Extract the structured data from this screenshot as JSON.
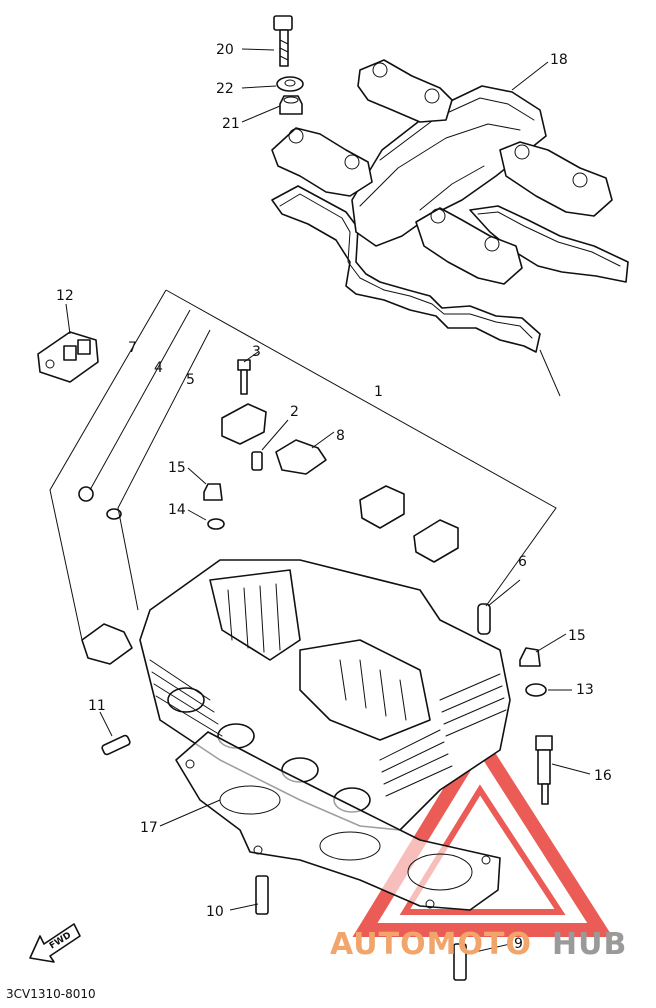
{
  "diagram": {
    "part_labels": [
      "20",
      "22",
      "21",
      "18",
      "12",
      "7",
      "4",
      "5",
      "3",
      "2",
      "8",
      "1",
      "15",
      "14",
      "6",
      "15",
      "13",
      "11",
      "16",
      "17",
      "10",
      "9"
    ],
    "drawing_code": "3CV1310-8010",
    "fwd_label": "FWD"
  },
  "watermark": {
    "text_a": "AUTOMOTO",
    "text_b": "HUB",
    "color_a": "#f2a56a",
    "color_b": "#9a9a9a",
    "triangle_color": "#e8403a"
  }
}
